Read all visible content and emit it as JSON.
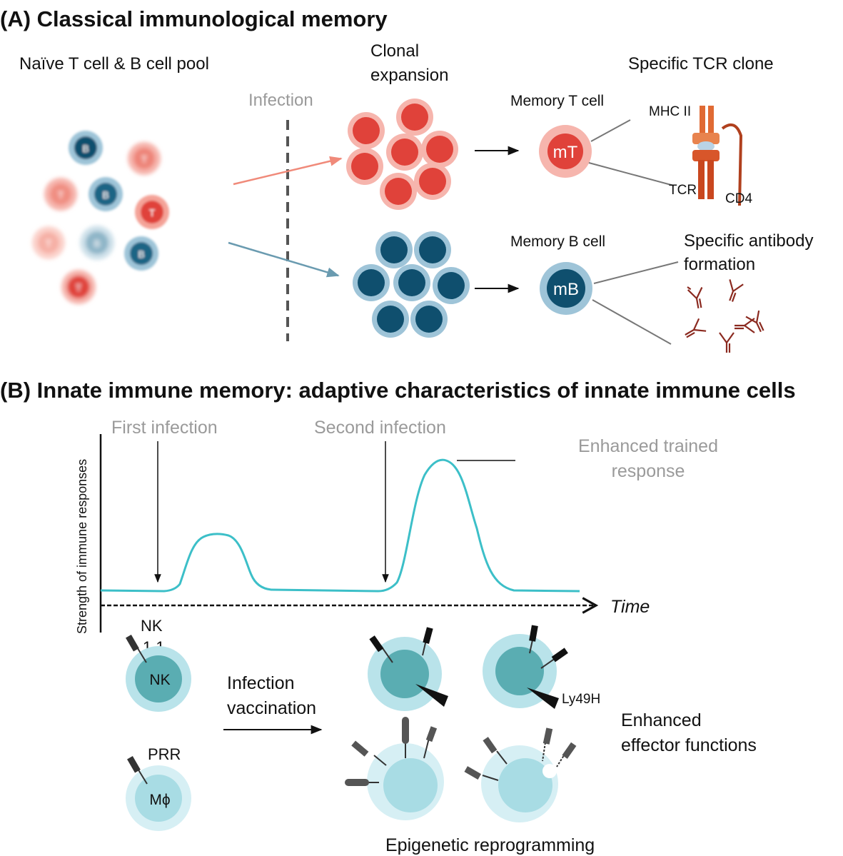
{
  "panel_a": {
    "title": "(A)  Classical immunological memory",
    "naive_pool": "Naïve T cell & B cell pool",
    "clonal": [
      "Clonal",
      "expansion"
    ],
    "infection": "Infection",
    "memory_t": "Memory T cell",
    "memory_b": "Memory B cell",
    "tcr_clone": "Specific TCR clone",
    "mhc": "MHC II",
    "tcr": "TCR",
    "cd4": "CD4",
    "antibody": [
      "Specific antibody",
      "formation"
    ],
    "mt": "mT",
    "mb": "mB",
    "t_letter": "T",
    "b_letter": "B"
  },
  "panel_b": {
    "title": "(B) Innate immune memory: adaptive characteristics of innate immune cells",
    "first_infection": "First infection",
    "second_infection": "Second infection",
    "enhanced_trained": [
      "Enhanced trained",
      "response"
    ],
    "y_axis": "Strength of immune responses",
    "x_axis": "Time",
    "nk_receptor": [
      "NK",
      "1.1"
    ],
    "nk": "NK",
    "prr": "PRR",
    "mphi": "Mϕ",
    "infection_vaccination": [
      "Infection",
      "vaccination"
    ],
    "ly49h": "Ly49H",
    "enhanced_effector": [
      "Enhanced",
      "effector functions"
    ],
    "epigenetic": "Epigenetic reprogramming"
  },
  "colors": {
    "t_red": "#e0423a",
    "t_light": "#f6b5ad",
    "b_dark": "#0f4f6e",
    "b_light": "#9ec4d8",
    "curve": "#3cbfc8",
    "nk_dark": "#5aadb2",
    "nk_light": "#b9e3ea",
    "receptor": "#333333"
  }
}
